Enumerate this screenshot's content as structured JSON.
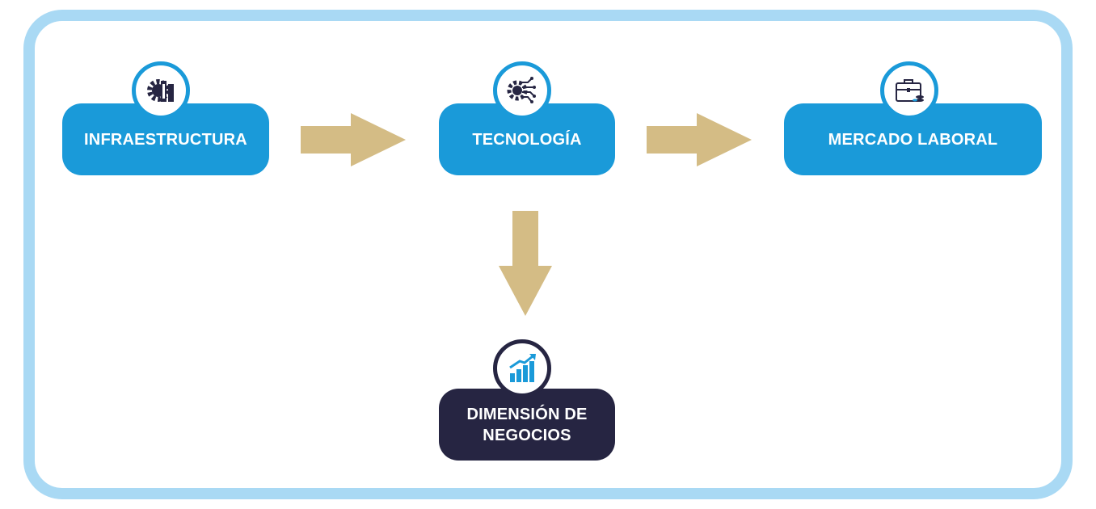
{
  "colors": {
    "frame": "#a9d9f4",
    "node_blue": "#1a9ad9",
    "node_dark": "#262542",
    "arrow": "#d4bc85"
  },
  "nodes": [
    {
      "id": "infraestructura",
      "label": "INFRAESTRUCTURA",
      "icon": "gear-building-icon"
    },
    {
      "id": "tecnologia",
      "label": "TECNOLOGÍA",
      "icon": "gear-circuit-icon"
    },
    {
      "id": "mercado",
      "label": "MERCADO LABORAL",
      "icon": "briefcase-coins-icon"
    },
    {
      "id": "negocios",
      "label": "DIMENSIÓN DE\nNEGOCIOS",
      "icon": "growth-chart-icon"
    }
  ]
}
